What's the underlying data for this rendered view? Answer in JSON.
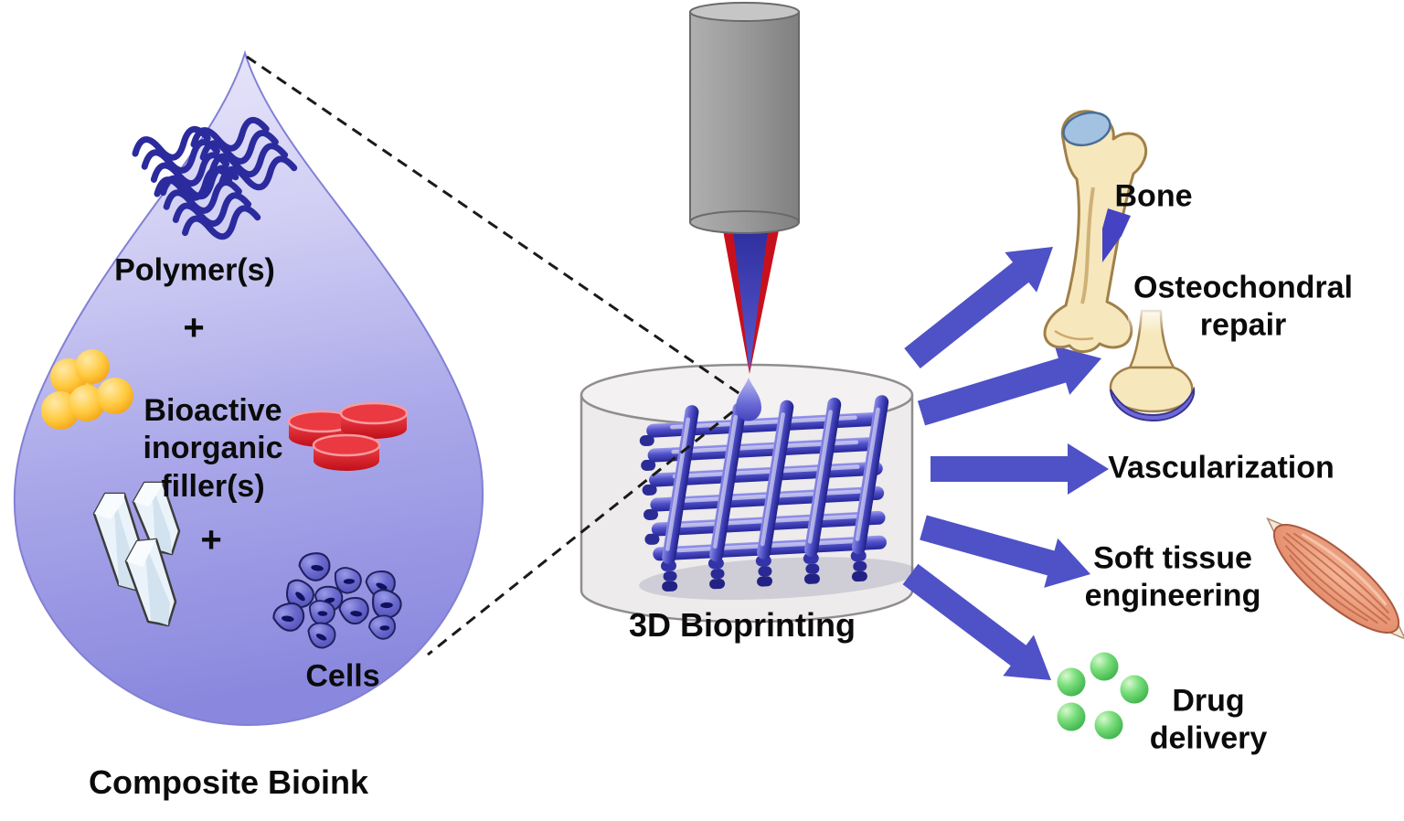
{
  "figure": {
    "bioink": {
      "polymer_label": "Polymer(s)",
      "plus_1": "+",
      "filler_line1": "Bioactive",
      "filler_line2": "inorganic",
      "filler_line3": "filler(s)",
      "plus_2": "+",
      "cells_label": "Cells",
      "caption": "Composite Bioink"
    },
    "printing": {
      "caption": "3D Bioprinting"
    },
    "applications": {
      "bone": "Bone",
      "osteo_line1": "Osteochondral",
      "osteo_line2": "repair",
      "vascularization": "Vascularization",
      "soft_line1": "Soft tissue",
      "soft_line2": "engineering",
      "drug_line1": "Drug",
      "drug_line2": "delivery"
    },
    "colors": {
      "arrow_blue": "#4F51C6",
      "droplet_top": "#EBE9FB",
      "droplet_bottom": "#8A88DE",
      "scaffold_blue": "#3A3AB4",
      "nozzle_red": "#C8101C",
      "nozzle_blue": "#3A3ABE",
      "filler_yellow": "#F7B32B",
      "filler_red": "#E2232A",
      "crystal_white": "#EBF3FA",
      "cell_purple": "#5C5CC8",
      "bone_cream": "#F6E7BC",
      "cartilage_blue": "#A3C2E2",
      "muscle_salmon": "#E99272",
      "drug_green": "#4CCB58"
    }
  }
}
